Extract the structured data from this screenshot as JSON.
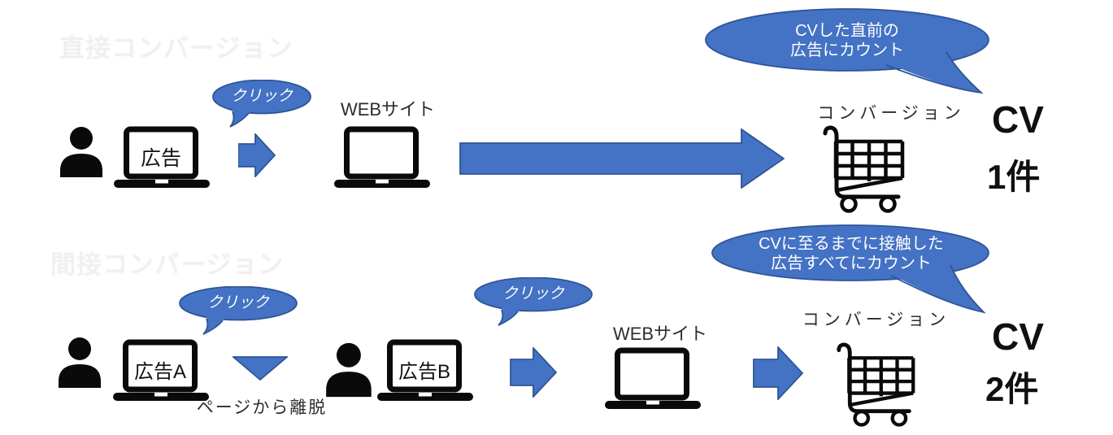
{
  "colors": {
    "shape_fill": "#4472C4",
    "shape_border": "#2F5597",
    "icon_black": "#0a0a0a",
    "bubble_text": "#ffffff",
    "watermark_gray": "#efefef",
    "background": "#ffffff"
  },
  "row1": {
    "watermark": "直接コンバージョン",
    "ad_screen_label": "広告",
    "click_bubble": "クリック",
    "website_label": "WEBサイト",
    "conversion_label": "コンバージョン",
    "count_bubble": {
      "line1": "CVした直前の",
      "line2": "広告にカウント"
    },
    "cv_title": "CV",
    "cv_count": "1件"
  },
  "row2": {
    "watermark": "間接コンバージョン",
    "ad_a_screen_label": "広告A",
    "click_bubble_a": "クリック",
    "leave_label": "ページから離脱",
    "ad_b_screen_label": "広告B",
    "click_bubble_b": "クリック",
    "website_label": "WEBサイト",
    "conversion_label": "コンバージョン",
    "count_bubble": {
      "line1": "CVに至るまでに接触した",
      "line2": "広告すべてにカウント"
    },
    "cv_title": "CV",
    "cv_count": "2件"
  }
}
